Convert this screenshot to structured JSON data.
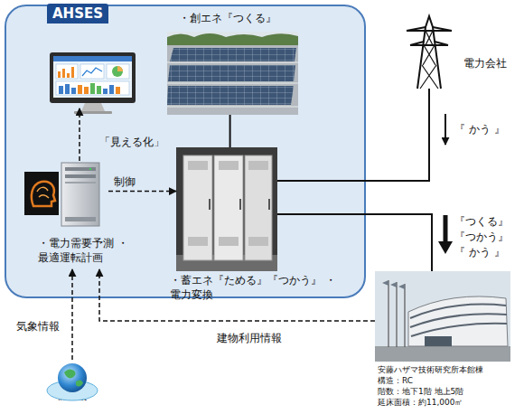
{
  "diagram": {
    "nodes": [
      {
        "text": [
          "AHSES"
        ]
      },
      {
        "text": [
          "・創エネ『つくる』"
        ],
        "in": 0
      },
      {
        "text": [
          "・電力需要予測 ・最適運転計画"
        ],
        "in": 0
      },
      {
        "text": [
          "・蓄エネ『ためる』『つかう』 ・電力変換"
        ],
        "in": 0
      },
      {
        "text": [
          "電力会社"
        ]
      },
      {
        "text": [
          "安藤ハザマ技術研究所本館棟",
          "構造：RC",
          "階数：地下1階 地上5階",
          "延床面積：約11,000㎡"
        ]
      },
      {
        "text": [
          "internet"
        ]
      }
    ],
    "edges": [
      {
        "from": 2,
        "to": 3,
        "label": "制御",
        "arrow": "to"
      },
      {
        "from": 1,
        "to": 3,
        "arrow": "none"
      },
      {
        "from": 4,
        "to": 3,
        "arrow": "none"
      },
      {
        "from": 3,
        "to": 5,
        "arrow": "none"
      },
      {
        "from": 6,
        "to": 2,
        "label": "気象情報",
        "arrow": "to"
      },
      {
        "from": 5,
        "to": 2,
        "label": "建物利用情報",
        "arrow": "to"
      }
    ],
    "labels": [
      "「見える化」",
      "『 かう 』",
      "『つくる』",
      "『つかう』",
      "『 かう 』"
    ]
  }
}
